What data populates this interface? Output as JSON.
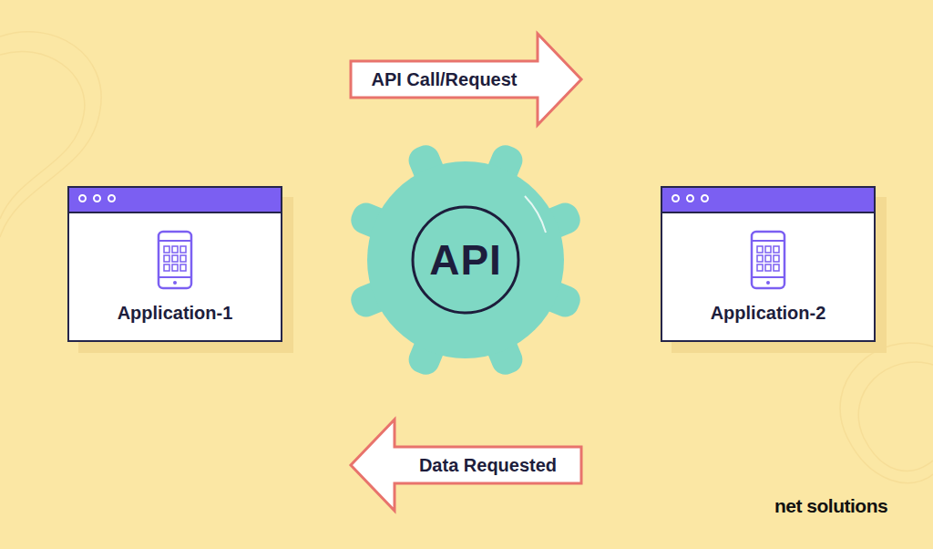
{
  "diagram": {
    "nodes": [
      {
        "text": [
          "Application-1"
        ]
      },
      {
        "text": [
          "API"
        ]
      },
      {
        "text": [
          "Application-2"
        ]
      }
    ],
    "edges": [
      {
        "from": 0,
        "to": 2,
        "label": "API Call/Request",
        "arrow": "to"
      },
      {
        "from": 2,
        "to": 0,
        "label": "Data Requested",
        "arrow": "to"
      }
    ],
    "labels": [
      "net solutions"
    ]
  }
}
